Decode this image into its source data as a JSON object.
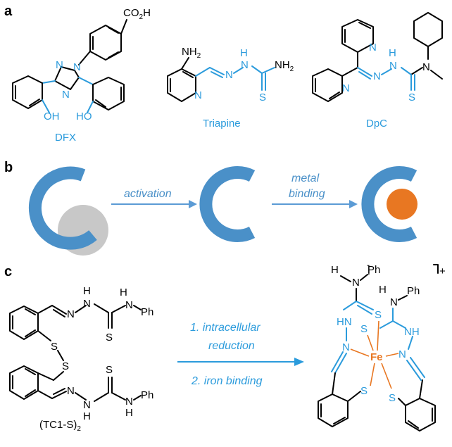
{
  "panels": {
    "a": {
      "letter": "a",
      "molecules": {
        "dfx": {
          "caption": "DFX",
          "co2h": "CO",
          "co2h_sub": "2",
          "co2h_h": "H",
          "n1": "N",
          "n2": "N",
          "n3": "N",
          "oh1": "OH",
          "oh2": "HO"
        },
        "triapine": {
          "caption": "Triapine",
          "nh2_top": "NH",
          "nh2_top_sub": "2",
          "n_ring": "N",
          "n_a": "N",
          "n_b": "N",
          "h": "H",
          "nh2_right": "NH",
          "nh2_right_sub": "2",
          "s": "S"
        },
        "dpc": {
          "caption": "DpC",
          "n_py1": "N",
          "n_py2": "N",
          "n_a": "N",
          "n_b": "N",
          "h": "H",
          "n_me": "N",
          "s": "S"
        }
      }
    },
    "b": {
      "letter": "b",
      "step1": "activation",
      "step2_line1": "metal",
      "step2_line2": "binding"
    },
    "c": {
      "letter": "c",
      "reagent_label": "(TC1-S)",
      "reagent_sub": "2",
      "step1": "1. intracellular",
      "step1b": "reduction",
      "step2": "2. iron binding",
      "charge": "+",
      "metal": "Fe",
      "atoms": {
        "n": "N",
        "h": "H",
        "s": "S",
        "ph": "Ph",
        "hn": "HN",
        "nh": "NH"
      }
    }
  },
  "colors": {
    "accent_blue": "#2b9bdc",
    "shape_blue": "#4a90c8",
    "gray": "#c8c8c8",
    "orange": "#e87722",
    "arrow": "#5b9bd5"
  }
}
